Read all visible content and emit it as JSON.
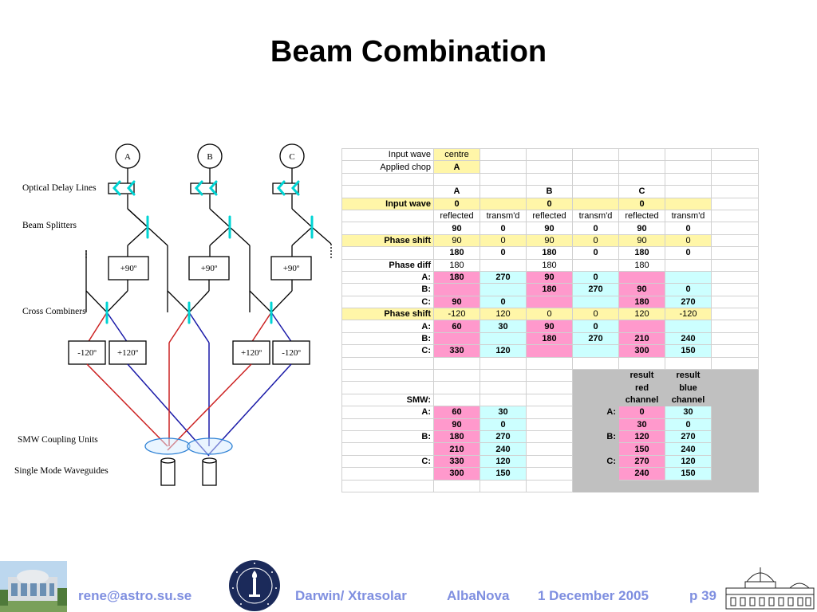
{
  "title": "Beam Combination",
  "diagram": {
    "telescopes": [
      "A",
      "B",
      "C"
    ],
    "labels": {
      "delay": "Optical Delay Lines",
      "splitters": "Beam Splitters",
      "cross": "Cross Combiners",
      "smw": "SMW Coupling Units",
      "waveguides": "Single Mode Waveguides"
    },
    "phase_boxes": [
      "+90º",
      "+90º",
      "+90º"
    ],
    "combiner_boxes": [
      "-120º",
      "+120º",
      "+120º",
      "-120º"
    ],
    "colors": {
      "red": "#cc2222",
      "blue": "#1a1aa8",
      "cyan": "#00d4d4",
      "lens": "#2a7fd4"
    }
  },
  "sheet": {
    "rows": [
      [
        {
          "t": "Input wave",
          "a": "r"
        },
        {
          "t": "centre",
          "bg": "y",
          "a": "c"
        },
        {
          "t": ""
        },
        {
          "t": ""
        },
        {
          "t": ""
        },
        {
          "t": ""
        },
        {
          "t": ""
        },
        {
          "t": ""
        }
      ],
      [
        {
          "t": "Applied chop",
          "a": "r"
        },
        {
          "t": "A",
          "bg": "y",
          "a": "c",
          "b": 1
        },
        {
          "t": ""
        },
        {
          "t": ""
        },
        {
          "t": ""
        },
        {
          "t": ""
        },
        {
          "t": ""
        },
        {
          "t": ""
        }
      ],
      [
        {
          "t": ""
        },
        {
          "t": ""
        },
        {
          "t": ""
        },
        {
          "t": ""
        },
        {
          "t": ""
        },
        {
          "t": ""
        },
        {
          "t": ""
        },
        {
          "t": ""
        }
      ],
      [
        {
          "t": ""
        },
        {
          "t": "A",
          "a": "c",
          "b": 1
        },
        {
          "t": ""
        },
        {
          "t": "B",
          "a": "c",
          "b": 1
        },
        {
          "t": ""
        },
        {
          "t": "C",
          "a": "c",
          "b": 1
        },
        {
          "t": ""
        },
        {
          "t": ""
        }
      ],
      [
        {
          "t": "Input wave",
          "a": "r",
          "b": 1,
          "bg": "y"
        },
        {
          "t": "0",
          "a": "c",
          "b": 1,
          "bg": "y"
        },
        {
          "t": "",
          "bg": "y"
        },
        {
          "t": "0",
          "a": "c",
          "b": 1,
          "bg": "y"
        },
        {
          "t": "",
          "bg": "y"
        },
        {
          "t": "0",
          "a": "c",
          "b": 1,
          "bg": "y"
        },
        {
          "t": "",
          "bg": "y"
        },
        {
          "t": ""
        }
      ],
      [
        {
          "t": ""
        },
        {
          "t": "reflected",
          "a": "c"
        },
        {
          "t": "transm'd",
          "a": "c"
        },
        {
          "t": "reflected",
          "a": "c"
        },
        {
          "t": "transm'd",
          "a": "c"
        },
        {
          "t": "reflected",
          "a": "c"
        },
        {
          "t": "transm'd",
          "a": "c"
        },
        {
          "t": ""
        }
      ],
      [
        {
          "t": ""
        },
        {
          "t": "90",
          "a": "c",
          "b": 1
        },
        {
          "t": "0",
          "a": "c",
          "b": 1
        },
        {
          "t": "90",
          "a": "c",
          "b": 1
        },
        {
          "t": "0",
          "a": "c",
          "b": 1
        },
        {
          "t": "90",
          "a": "c",
          "b": 1
        },
        {
          "t": "0",
          "a": "c",
          "b": 1
        },
        {
          "t": ""
        }
      ],
      [
        {
          "t": "Phase shift",
          "a": "r",
          "b": 1,
          "bg": "y"
        },
        {
          "t": "90",
          "a": "c",
          "bg": "y"
        },
        {
          "t": "0",
          "a": "c",
          "bg": "y"
        },
        {
          "t": "90",
          "a": "c",
          "bg": "y"
        },
        {
          "t": "0",
          "a": "c",
          "bg": "y"
        },
        {
          "t": "90",
          "a": "c",
          "bg": "y"
        },
        {
          "t": "0",
          "a": "c",
          "bg": "y"
        },
        {
          "t": ""
        }
      ],
      [
        {
          "t": ""
        },
        {
          "t": "180",
          "a": "c",
          "b": 1
        },
        {
          "t": "0",
          "a": "c",
          "b": 1
        },
        {
          "t": "180",
          "a": "c",
          "b": 1
        },
        {
          "t": "0",
          "a": "c",
          "b": 1
        },
        {
          "t": "180",
          "a": "c",
          "b": 1
        },
        {
          "t": "0",
          "a": "c",
          "b": 1
        },
        {
          "t": ""
        }
      ],
      [
        {
          "t": "Phase diff",
          "a": "r",
          "b": 1
        },
        {
          "t": "180",
          "a": "c"
        },
        {
          "t": ""
        },
        {
          "t": "180",
          "a": "c"
        },
        {
          "t": ""
        },
        {
          "t": "180",
          "a": "c"
        },
        {
          "t": ""
        },
        {
          "t": ""
        }
      ],
      [
        {
          "t": "A:",
          "a": "r",
          "b": 1
        },
        {
          "t": "180",
          "a": "c",
          "b": 1,
          "bg": "p"
        },
        {
          "t": "270",
          "a": "c",
          "b": 1,
          "bg": "k"
        },
        {
          "t": "90",
          "a": "c",
          "b": 1,
          "bg": "p"
        },
        {
          "t": "0",
          "a": "c",
          "b": 1,
          "bg": "k"
        },
        {
          "t": "",
          "bg": "p"
        },
        {
          "t": "",
          "bg": "k"
        },
        {
          "t": ""
        }
      ],
      [
        {
          "t": "B:",
          "a": "r",
          "b": 1
        },
        {
          "t": "",
          "bg": "p"
        },
        {
          "t": "",
          "bg": "k"
        },
        {
          "t": "180",
          "a": "c",
          "b": 1,
          "bg": "p"
        },
        {
          "t": "270",
          "a": "c",
          "b": 1,
          "bg": "k"
        },
        {
          "t": "90",
          "a": "c",
          "b": 1,
          "bg": "p"
        },
        {
          "t": "0",
          "a": "c",
          "b": 1,
          "bg": "k"
        },
        {
          "t": ""
        }
      ],
      [
        {
          "t": "C:",
          "a": "r",
          "b": 1
        },
        {
          "t": "90",
          "a": "c",
          "b": 1,
          "bg": "p"
        },
        {
          "t": "0",
          "a": "c",
          "b": 1,
          "bg": "k"
        },
        {
          "t": "",
          "bg": "p"
        },
        {
          "t": "",
          "bg": "k"
        },
        {
          "t": "180",
          "a": "c",
          "b": 1,
          "bg": "p"
        },
        {
          "t": "270",
          "a": "c",
          "b": 1,
          "bg": "k"
        },
        {
          "t": ""
        }
      ],
      [
        {
          "t": "Phase shift",
          "a": "r",
          "b": 1,
          "bg": "y"
        },
        {
          "t": "-120",
          "a": "c",
          "bg": "y"
        },
        {
          "t": "120",
          "a": "c",
          "bg": "y"
        },
        {
          "t": "0",
          "a": "c",
          "bg": "y"
        },
        {
          "t": "0",
          "a": "c",
          "bg": "y"
        },
        {
          "t": "120",
          "a": "c",
          "bg": "y"
        },
        {
          "t": "-120",
          "a": "c",
          "bg": "y"
        },
        {
          "t": ""
        }
      ],
      [
        {
          "t": "A:",
          "a": "r",
          "b": 1
        },
        {
          "t": "60",
          "a": "c",
          "b": 1,
          "bg": "p"
        },
        {
          "t": "30",
          "a": "c",
          "b": 1,
          "bg": "k"
        },
        {
          "t": "90",
          "a": "c",
          "b": 1,
          "bg": "p"
        },
        {
          "t": "0",
          "a": "c",
          "b": 1,
          "bg": "k"
        },
        {
          "t": "",
          "bg": "p"
        },
        {
          "t": "",
          "bg": "k"
        },
        {
          "t": ""
        }
      ],
      [
        {
          "t": "B:",
          "a": "r",
          "b": 1
        },
        {
          "t": "",
          "bg": "p"
        },
        {
          "t": "",
          "bg": "k"
        },
        {
          "t": "180",
          "a": "c",
          "b": 1,
          "bg": "p"
        },
        {
          "t": "270",
          "a": "c",
          "b": 1,
          "bg": "k"
        },
        {
          "t": "210",
          "a": "c",
          "b": 1,
          "bg": "p"
        },
        {
          "t": "240",
          "a": "c",
          "b": 1,
          "bg": "k"
        },
        {
          "t": ""
        }
      ],
      [
        {
          "t": "C:",
          "a": "r",
          "b": 1
        },
        {
          "t": "330",
          "a": "c",
          "b": 1,
          "bg": "p"
        },
        {
          "t": "120",
          "a": "c",
          "b": 1,
          "bg": "k"
        },
        {
          "t": "",
          "bg": "p"
        },
        {
          "t": "",
          "bg": "k"
        },
        {
          "t": "300",
          "a": "c",
          "b": 1,
          "bg": "p"
        },
        {
          "t": "150",
          "a": "c",
          "b": 1,
          "bg": "k"
        },
        {
          "t": ""
        }
      ],
      [
        {
          "t": ""
        },
        {
          "t": ""
        },
        {
          "t": ""
        },
        {
          "t": ""
        },
        {
          "t": ""
        },
        {
          "t": ""
        },
        {
          "t": ""
        },
        {
          "t": ""
        }
      ],
      [
        {
          "t": ""
        },
        {
          "t": ""
        },
        {
          "t": ""
        },
        {
          "t": ""
        },
        {
          "t": "",
          "bg": "g"
        },
        {
          "t": "result",
          "a": "c",
          "b": 1,
          "bg": "g"
        },
        {
          "t": "result",
          "a": "c",
          "b": 1,
          "bg": "g"
        },
        {
          "t": "",
          "bg": "g"
        }
      ],
      [
        {
          "t": ""
        },
        {
          "t": ""
        },
        {
          "t": ""
        },
        {
          "t": ""
        },
        {
          "t": "",
          "bg": "g"
        },
        {
          "t": "red",
          "a": "c",
          "b": 1,
          "bg": "g"
        },
        {
          "t": "blue",
          "a": "c",
          "b": 1,
          "bg": "g"
        },
        {
          "t": "",
          "bg": "g"
        }
      ],
      [
        {
          "t": "SMW:",
          "a": "r",
          "b": 1
        },
        {
          "t": ""
        },
        {
          "t": ""
        },
        {
          "t": ""
        },
        {
          "t": "",
          "bg": "g"
        },
        {
          "t": "channel",
          "a": "c",
          "b": 1,
          "bg": "g"
        },
        {
          "t": "channel",
          "a": "c",
          "b": 1,
          "bg": "g"
        },
        {
          "t": "",
          "bg": "g"
        }
      ],
      [
        {
          "t": "A:",
          "a": "r",
          "b": 1
        },
        {
          "t": "60",
          "a": "c",
          "b": 1,
          "bg": "p"
        },
        {
          "t": "30",
          "a": "c",
          "b": 1,
          "bg": "k"
        },
        {
          "t": ""
        },
        {
          "t": "A:",
          "a": "r",
          "b": 1,
          "bg": "g"
        },
        {
          "t": "0",
          "a": "c",
          "b": 1,
          "bg": "p"
        },
        {
          "t": "30",
          "a": "c",
          "b": 1,
          "bg": "k"
        },
        {
          "t": "",
          "bg": "g"
        }
      ],
      [
        {
          "t": ""
        },
        {
          "t": "90",
          "a": "c",
          "b": 1,
          "bg": "p"
        },
        {
          "t": "0",
          "a": "c",
          "b": 1,
          "bg": "k"
        },
        {
          "t": ""
        },
        {
          "t": "",
          "bg": "g"
        },
        {
          "t": "30",
          "a": "c",
          "b": 1,
          "bg": "p"
        },
        {
          "t": "0",
          "a": "c",
          "b": 1,
          "bg": "k"
        },
        {
          "t": "",
          "bg": "g"
        }
      ],
      [
        {
          "t": "B:",
          "a": "r",
          "b": 1
        },
        {
          "t": "180",
          "a": "c",
          "b": 1,
          "bg": "p"
        },
        {
          "t": "270",
          "a": "c",
          "b": 1,
          "bg": "k"
        },
        {
          "t": ""
        },
        {
          "t": "B:",
          "a": "r",
          "b": 1,
          "bg": "g"
        },
        {
          "t": "120",
          "a": "c",
          "b": 1,
          "bg": "p"
        },
        {
          "t": "270",
          "a": "c",
          "b": 1,
          "bg": "k"
        },
        {
          "t": "",
          "bg": "g"
        }
      ],
      [
        {
          "t": ""
        },
        {
          "t": "210",
          "a": "c",
          "b": 1,
          "bg": "p"
        },
        {
          "t": "240",
          "a": "c",
          "b": 1,
          "bg": "k"
        },
        {
          "t": ""
        },
        {
          "t": "",
          "bg": "g"
        },
        {
          "t": "150",
          "a": "c",
          "b": 1,
          "bg": "p"
        },
        {
          "t": "240",
          "a": "c",
          "b": 1,
          "bg": "k"
        },
        {
          "t": "",
          "bg": "g"
        }
      ],
      [
        {
          "t": "C:",
          "a": "r",
          "b": 1
        },
        {
          "t": "330",
          "a": "c",
          "b": 1,
          "bg": "p"
        },
        {
          "t": "120",
          "a": "c",
          "b": 1,
          "bg": "k"
        },
        {
          "t": ""
        },
        {
          "t": "C:",
          "a": "r",
          "b": 1,
          "bg": "g"
        },
        {
          "t": "270",
          "a": "c",
          "b": 1,
          "bg": "p"
        },
        {
          "t": "120",
          "a": "c",
          "b": 1,
          "bg": "k"
        },
        {
          "t": "",
          "bg": "g"
        }
      ],
      [
        {
          "t": ""
        },
        {
          "t": "300",
          "a": "c",
          "b": 1,
          "bg": "p"
        },
        {
          "t": "150",
          "a": "c",
          "b": 1,
          "bg": "k"
        },
        {
          "t": ""
        },
        {
          "t": "",
          "bg": "g"
        },
        {
          "t": "240",
          "a": "c",
          "b": 1,
          "bg": "p"
        },
        {
          "t": "150",
          "a": "c",
          "b": 1,
          "bg": "k"
        },
        {
          "t": "",
          "bg": "g"
        }
      ],
      [
        {
          "t": ""
        },
        {
          "t": ""
        },
        {
          "t": ""
        },
        {
          "t": ""
        },
        {
          "t": "",
          "bg": "g"
        },
        {
          "t": "",
          "bg": "g"
        },
        {
          "t": "",
          "bg": "g"
        },
        {
          "t": "",
          "bg": "g"
        }
      ]
    ]
  },
  "footer": {
    "email": "rene@astro.su.se",
    "project": "Darwin/ Xtrasolar",
    "location": "AlbaNova",
    "date": "1 December 2005",
    "page": "p  39"
  }
}
